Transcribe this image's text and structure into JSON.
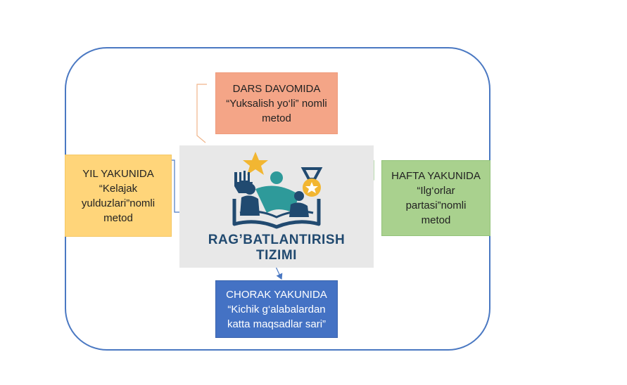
{
  "diagram": {
    "center": {
      "title_line1": "RAG’BATLANTIRISH",
      "title_line2": "TIZIMI"
    },
    "top_box": {
      "heading": "DARS DAVOMIDA",
      "line2": "“Yuksalish yo‘li” nomli",
      "line3": "metod",
      "color": "#f4a587"
    },
    "left_box": {
      "heading": "YIL YAKUNIDA",
      "line2": "“Kelajak",
      "line3": "yulduzlari”nomli",
      "line4": "metod",
      "color": "#ffd57a"
    },
    "right_box": {
      "heading": "HAFTA YAKUNIDA",
      "line2": "“Ilg‘orlar",
      "line3": "partasi”nomli",
      "line4": "metod",
      "color": "#a9d18e"
    },
    "bottom_box": {
      "heading": "CHORAK YAKUNIDA",
      "line2": "“Kichik g‘alabalardan",
      "line3": "katta maqsadlar sari”",
      "color": "#4472c4"
    },
    "frame_color": "#4a78c2",
    "logo_colors": {
      "navy": "#214a70",
      "teal": "#2e9a9a",
      "gold": "#f2b632"
    }
  }
}
